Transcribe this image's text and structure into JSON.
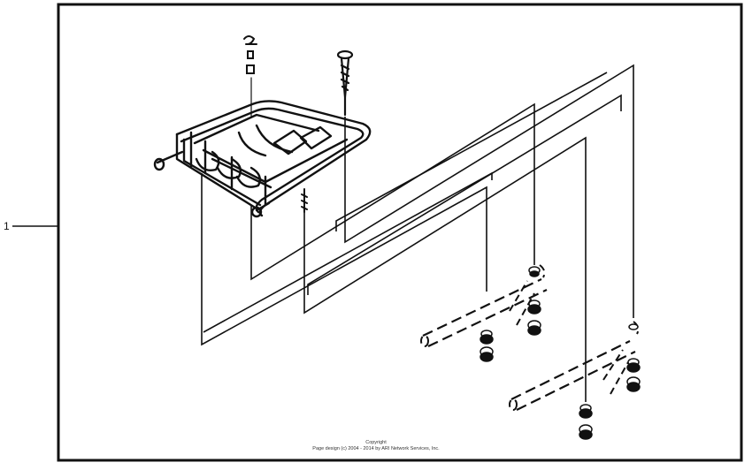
{
  "diagram": {
    "callout": {
      "label": "1"
    },
    "copyright": {
      "line1": "Copyright",
      "line2": "Page design (c) 2004 - 2014 by ARI Network Services, Inc."
    },
    "colors": {
      "line": "#111111",
      "background": "#ffffff"
    }
  }
}
